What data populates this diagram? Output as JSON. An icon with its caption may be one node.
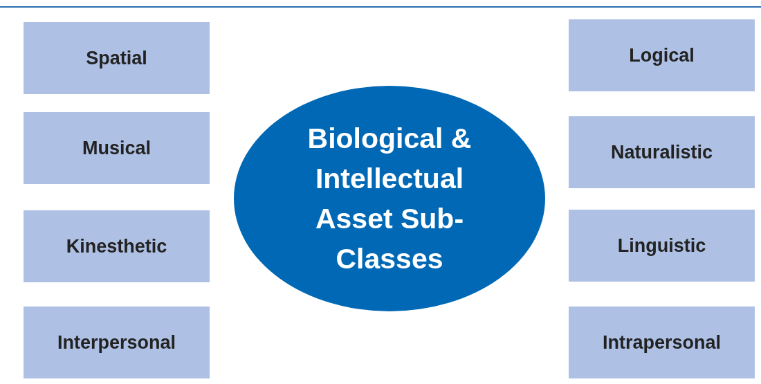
{
  "diagram": {
    "nodes": [
      {
        "text": [
          "Spatial"
        ]
      },
      {
        "text": [
          "Musical"
        ]
      },
      {
        "text": [
          "Kinesthetic"
        ]
      },
      {
        "text": [
          "Interpersonal"
        ]
      },
      {
        "text": [
          "Biological & Intellectual Asset Sub-Classes"
        ]
      },
      {
        "text": [
          "Logical"
        ]
      },
      {
        "text": [
          "Naturalistic"
        ]
      },
      {
        "text": [
          "Linguistic"
        ]
      },
      {
        "text": [
          "Intrapersonal"
        ]
      }
    ]
  }
}
